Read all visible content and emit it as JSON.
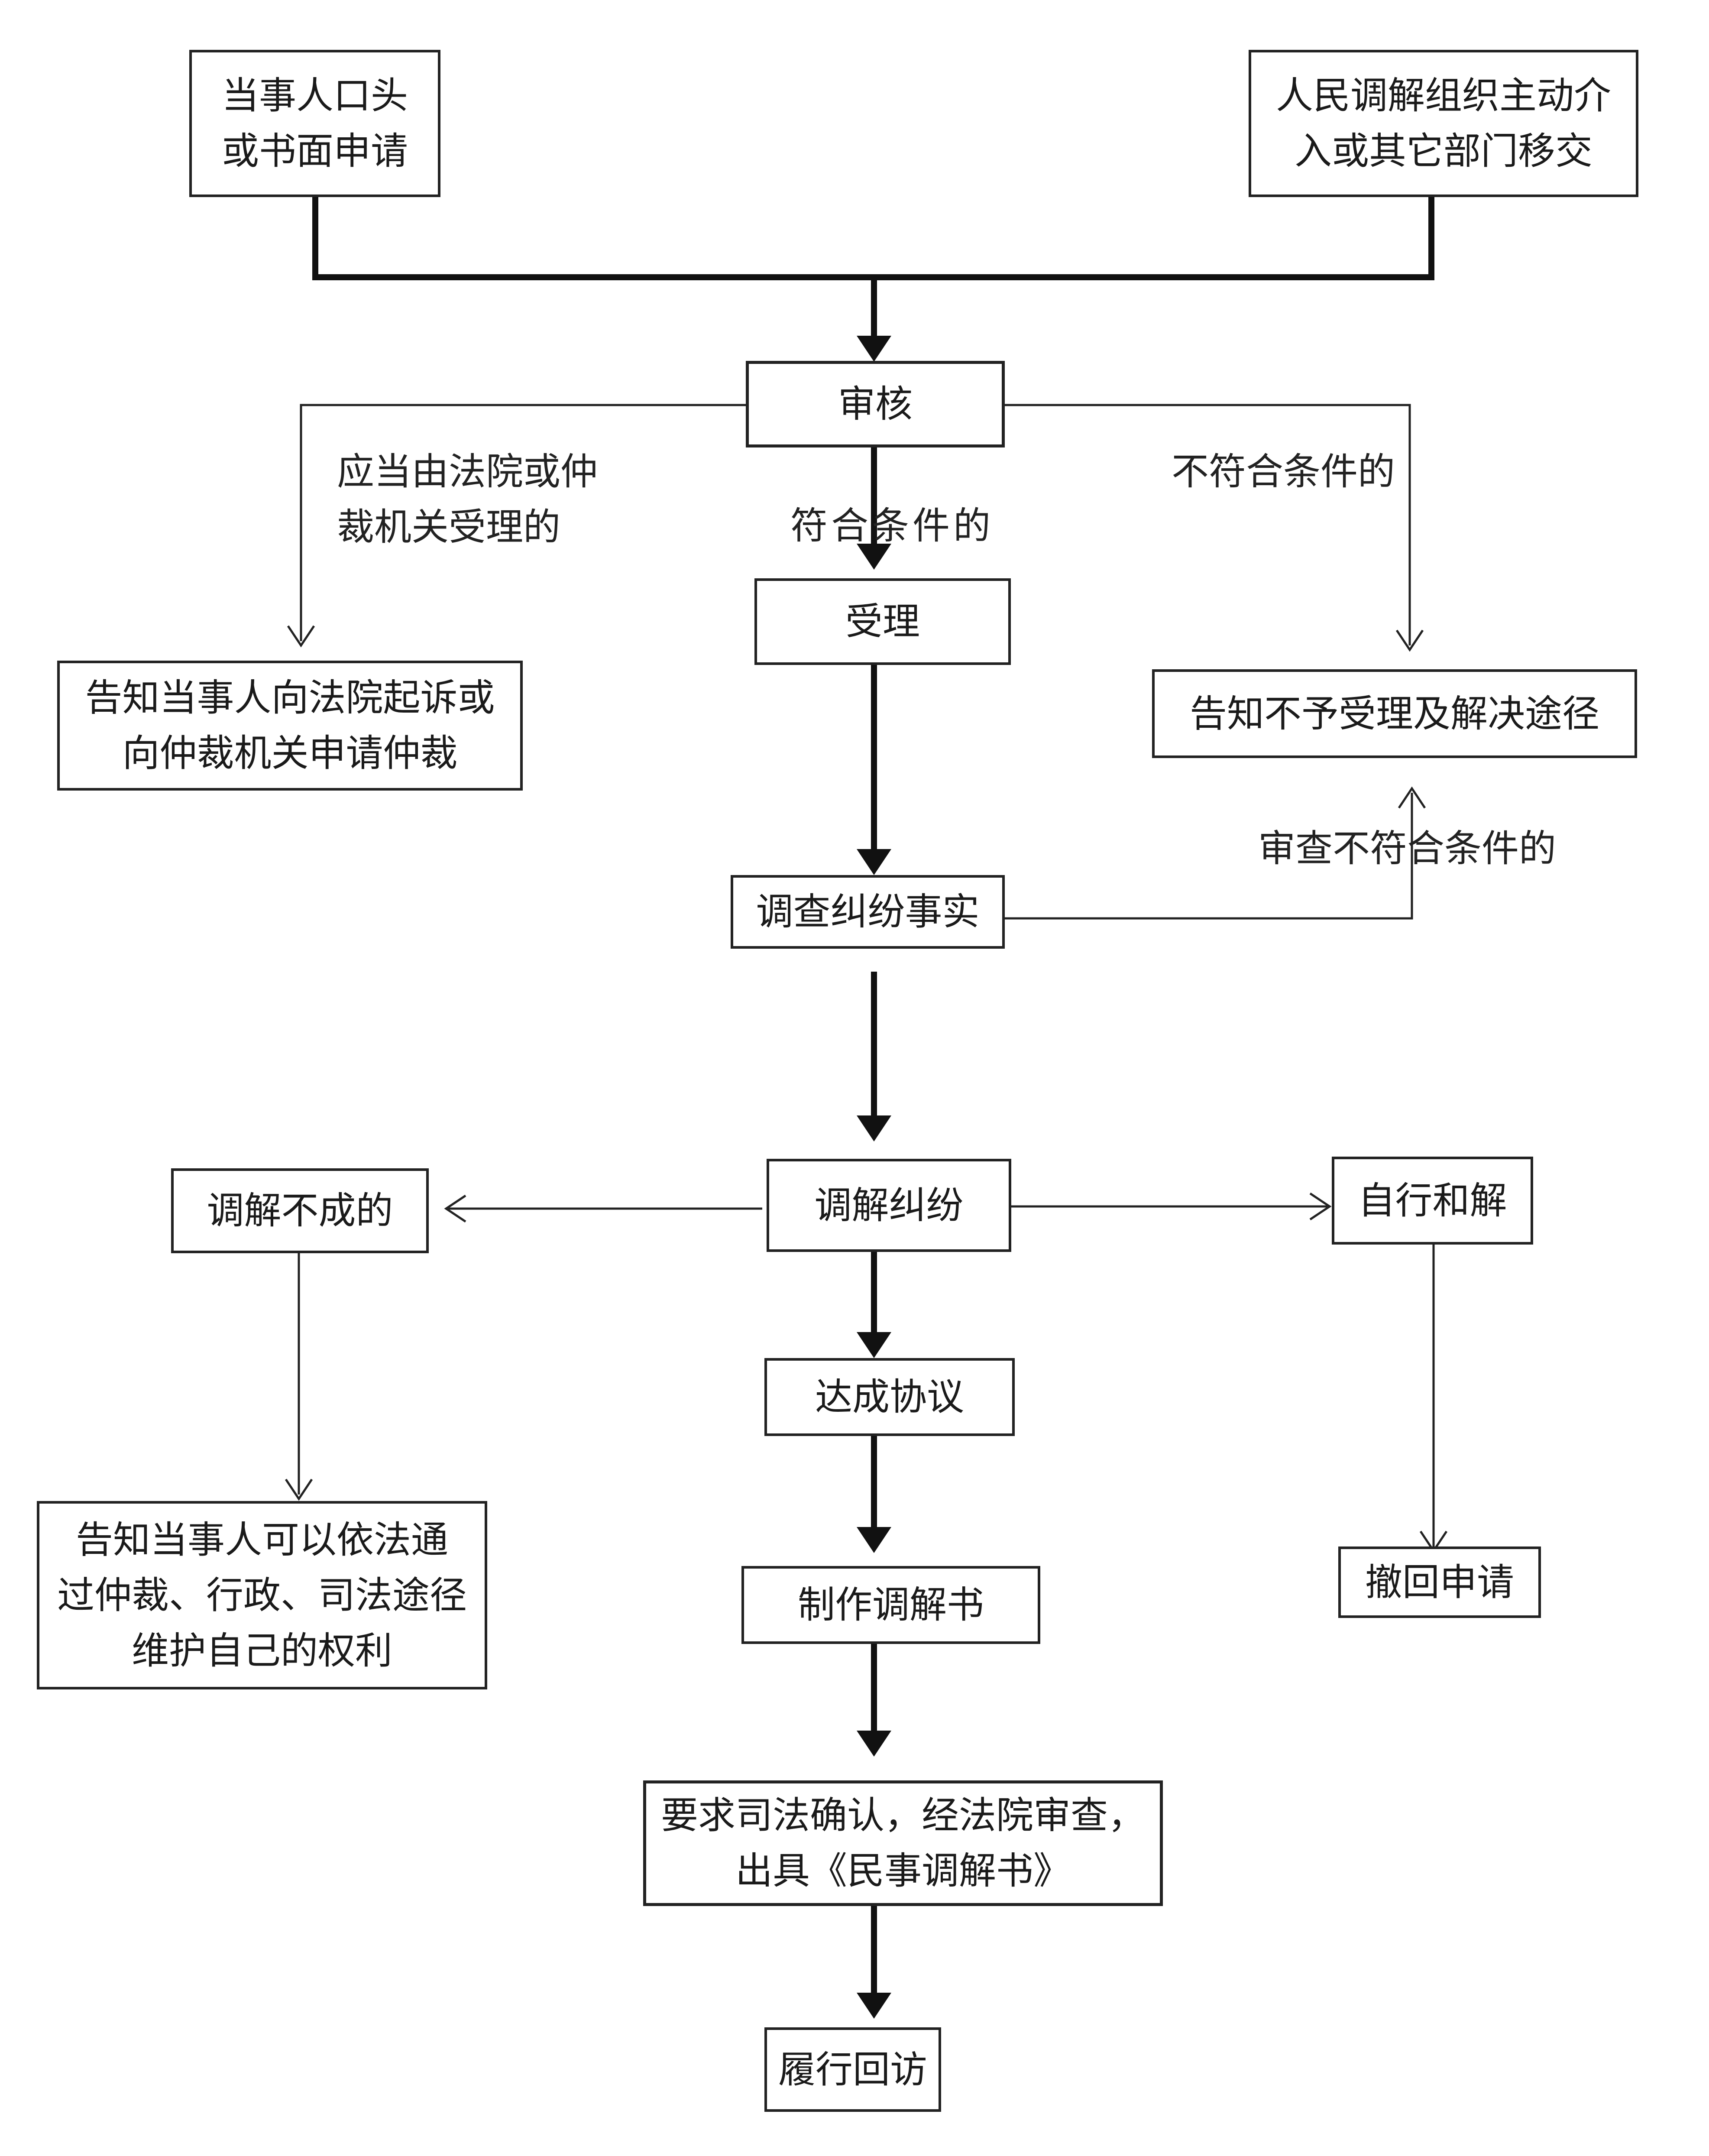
{
  "nodes": {
    "apply": {
      "line1": "当事人口头",
      "line2": "或书面申请"
    },
    "initiative": {
      "line1": "人民调解组织主动介",
      "line2": "入或其它部门移交"
    },
    "review": "审核",
    "accept": "受理",
    "notify_court": {
      "line1": "告知当事人向法院起诉或",
      "line2": "向仲裁机关申请仲裁"
    },
    "notify_reject": "告知不予受理及解决途径",
    "investigate": "调查纠纷事实",
    "mediate": "调解纠纷",
    "failed": "调解不成的",
    "self_settle": "自行和解",
    "agreement": "达成协议",
    "notify_rights": {
      "line1": "告知当事人可以依法通",
      "line2": "过仲裁、行政、司法途径",
      "line3": "维护自己的权利"
    },
    "withdraw": "撤回申请",
    "draft": "制作调解书",
    "judicial": {
      "line1": "要求司法确认，经法院审查，",
      "line2": "出具《民事调解书》"
    },
    "followup": "履行回访"
  },
  "labels": {
    "court_cases": {
      "line1": "应当由法院或仲",
      "line2": "裁机关受理的"
    },
    "meets": "符合条件的",
    "not_meet": "不符合条件的",
    "investigate_not_meet": "审查不符合条件的"
  }
}
